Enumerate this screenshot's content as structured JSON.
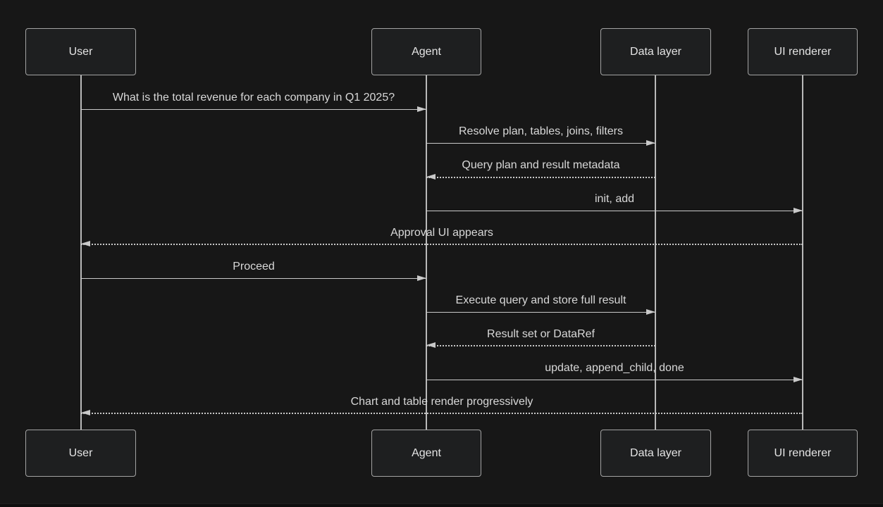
{
  "diagram": {
    "type": "sequence-diagram",
    "participants": [
      {
        "id": "user",
        "label": "User"
      },
      {
        "id": "agent",
        "label": "Agent"
      },
      {
        "id": "data-layer",
        "label": "Data layer"
      },
      {
        "id": "ui-renderer",
        "label": "UI renderer"
      }
    ],
    "messages": [
      {
        "from": "User",
        "to": "Agent",
        "line": "solid",
        "text": "What is the total revenue for each company in Q1 2025?"
      },
      {
        "from": "Agent",
        "to": "Data layer",
        "line": "solid",
        "text": "Resolve plan, tables, joins, filters"
      },
      {
        "from": "Data layer",
        "to": "Agent",
        "line": "dotted",
        "text": "Query plan and result metadata"
      },
      {
        "from": "Agent",
        "to": "UI renderer",
        "line": "solid",
        "text": "init, add"
      },
      {
        "from": "UI renderer",
        "to": "User",
        "line": "dotted",
        "text": "Approval UI appears"
      },
      {
        "from": "User",
        "to": "Agent",
        "line": "solid",
        "text": "Proceed"
      },
      {
        "from": "Agent",
        "to": "Data layer",
        "line": "solid",
        "text": "Execute query and store full result"
      },
      {
        "from": "Data layer",
        "to": "Agent",
        "line": "dotted",
        "text": "Result set or DataRef"
      },
      {
        "from": "Agent",
        "to": "UI renderer",
        "line": "solid",
        "text": "update, append_child, done"
      },
      {
        "from": "UI renderer",
        "to": "User",
        "line": "dotted",
        "text": "Chart and table render progressively"
      }
    ],
    "colors": {
      "background": "#171717",
      "box_fill": "#1e1f20",
      "box_border": "#a3a3a3",
      "line": "#c9c9c9",
      "text": "#d8d8d8"
    }
  }
}
